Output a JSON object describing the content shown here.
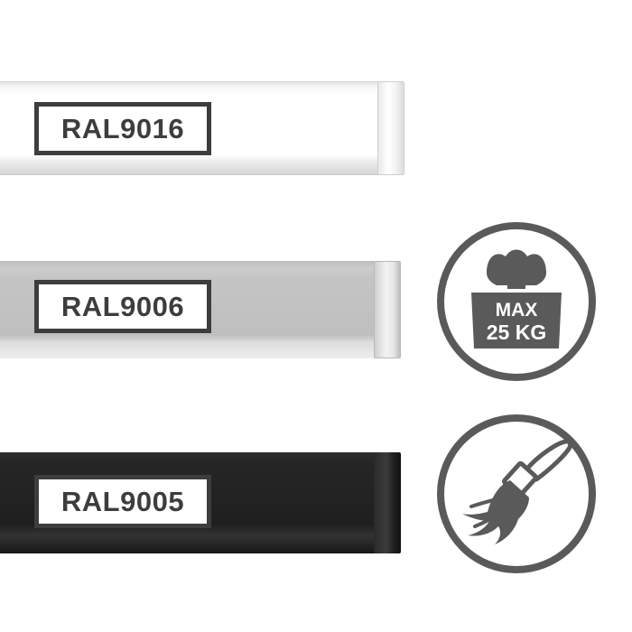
{
  "rails": [
    {
      "name": "white",
      "color": "#f5f5f5",
      "label": "RAL9016"
    },
    {
      "name": "silver",
      "color": "#c4c4c4",
      "label": "RAL9006"
    },
    {
      "name": "black",
      "color": "#222222",
      "label": "RAL9005"
    }
  ],
  "badges": {
    "weight": {
      "icon": "weight-icon",
      "line1": "MAX",
      "line2": "25 KG"
    },
    "paint": {
      "icon": "paintbrush-icon"
    }
  },
  "colors": {
    "icon_gray": "#5a5a5a",
    "label_border": "#3d3d3d",
    "background": "#ffffff"
  }
}
